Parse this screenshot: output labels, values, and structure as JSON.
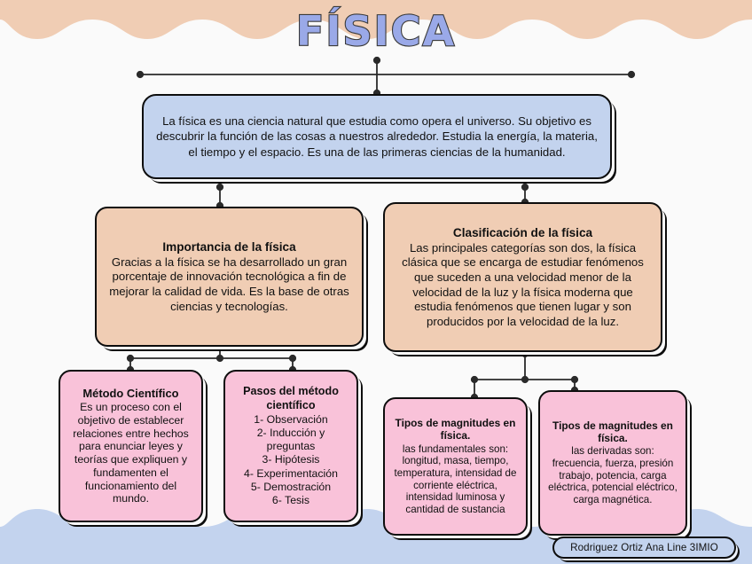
{
  "document": {
    "title": "FÍSICA",
    "type": "concept-map"
  },
  "palette": {
    "background": "#fafafa",
    "wave_top": "#f0cdb4",
    "wave_bottom": "#c3d3ee",
    "blue_box": "#c3d3ee",
    "peach_box": "#f0cdb4",
    "pink_box": "#f9c2d9",
    "outline": "#0d0d0d",
    "title_fill": "#9aa9e8",
    "title_outline": "#2b2b2b"
  },
  "nodes": {
    "definicion": {
      "body": "La física es una ciencia natural que estudia como opera el universo. Su objetivo es descubrir la función de las cosas a nuestros alrededor. Estudia la energía, la materia, el tiempo y el espacio. Es una de las primeras ciencias de la humanidad."
    },
    "importancia": {
      "title": "Importancia de la física",
      "body": "Gracias a la física se ha desarrollado un gran porcentaje de innovación tecnológica a fin de mejorar la calidad de vida. Es la base de otras ciencias y tecnologías."
    },
    "clasificacion": {
      "title": "Clasificación de la física",
      "body": "Las principales categorías son dos, la física clásica que se encarga de estudiar fenómenos que suceden a una velocidad menor de la velocidad de la luz y la física moderna que estudia fenómenos que tienen lugar y son producidos por la velocidad de la luz."
    },
    "metodo_cientifico": {
      "title": "Método Científico",
      "body": "Es un proceso con el objetivo de establecer relaciones entre hechos para enunciar leyes y teorías que expliquen y fundamenten el funcionamiento del mundo."
    },
    "pasos_metodo": {
      "title": "Pasos del método científico",
      "body": "1- Observación\n2- Inducción y preguntas\n3- Hipótesis\n4- Experimentación\n5- Demostración\n6- Tesis"
    },
    "magnitudes_fundamentales": {
      "title": "Tipos de magnitudes en física.",
      "body": "las fundamentales son: longitud, masa, tiempo, temperatura, intensidad de corriente eléctrica, intensidad luminosa y cantidad de sustancia"
    },
    "magnitudes_derivadas": {
      "title": "Tipos de magnitudes en física.",
      "body": "las derivadas son: frecuencia, fuerza, presión trabajo, potencia, carga eléctrica, potencial eléctrico, carga magnética."
    }
  },
  "author": {
    "label": "Rodriguez Ortiz Ana Line 3IMIO"
  }
}
